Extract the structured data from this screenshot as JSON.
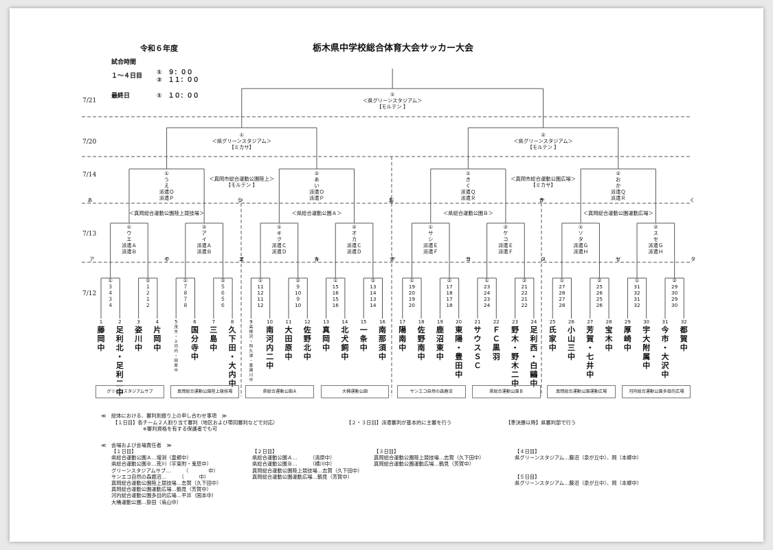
{
  "header": {
    "era_label": "令和６年度",
    "title": "栃木県中学校総合体育大会サッカー大会",
    "match_time_label": "試合時間",
    "days_1_4_label": "１～４日目",
    "days_1_4_times": "①　９：００\n②　１１：００",
    "final_day_label": "最終日",
    "final_day_time": "①　１０：００"
  },
  "dates": [
    "7/21",
    "7/20",
    "7/14",
    "7/13",
    "7/12"
  ],
  "final_node": "①\n＜県グリーンスタジアム＞\n【モルテン 】",
  "semi_nodes": [
    "①\n＜県グリーンスタジアム＞\n【ミカサ】",
    "②\n＜県グリーンスタジアム＞\n【モルテン 】"
  ],
  "qf_nodes": [
    "①\nう\nえ\n派遣Ｏ\n派遣Ｐ",
    "②\nあ\nい\n派遣Ｏ\n派遣Ｐ",
    "①\nき\nく\n派遣Ｑ\n派遣Ｒ",
    "②\nお\nか\n派遣Ｑ\n派遣Ｒ"
  ],
  "qf_venues": [
    "＜真岡市総合運動公園陸上＞\n【モルテン 】",
    "＜真岡市総合運動公園広場＞\n【ミカサ】"
  ],
  "r2_venues": [
    "＜真岡総合運動公園陸上競技場＞",
    "＜県総合運動公園Ａ＞",
    "＜県総合運動公園Ｂ＞",
    "＜真岡総合運動公園運動広場＞"
  ],
  "r2_nodes": [
    "①\nウ\nエ\n派遣Ａ\n派遣Ｂ",
    "②\nア\nイ\n派遣Ａ\n派遣Ｂ",
    "①\nキ\nク\n派遣Ｃ\n派遣Ｄ",
    "②\nオ\nカ\n派遣Ｃ\n派遣Ｄ",
    "①\nサ\nシ\n派遣Ｅ\n派遣Ｆ",
    "②\nケ\nコ\n派遣Ｅ\n派遣Ｆ",
    "①\nソ\nタ\n派遣Ｇ\n派遣Ｈ",
    "②\nス\nセ\n派遣Ｇ\n派遣Ｈ"
  ],
  "r3_winner_labels": [
    "あ",
    "い",
    "う",
    "え",
    "お",
    "か",
    "き",
    "く"
  ],
  "r2_winner_labels": [
    "ア",
    "イ",
    "ウ",
    "エ",
    "オ",
    "カ",
    "キ",
    "ク",
    "ケ",
    "コ",
    "サ",
    "シ",
    "ス",
    "セ",
    "ソ",
    "タ"
  ],
  "r1_nodes": [
    "①\n３\n４\n３\n４",
    "②\n１\n２\n１\n２",
    "①\n７\n８\n７\n８",
    "②\n５\n６\n５\n６",
    "①\n11\n12\n11\n12",
    "②\n９\n10\n９\n10",
    "①\n15\n16\n15\n16",
    "②\n13\n14\n13\n14",
    "①\n19\n20\n19\n20",
    "②\n17\n18\n17\n18",
    "①\n23\n24\n23\n24",
    "②\n21\n22\n21\n22",
    "①\n27\n28\n27\n28",
    "②\n25\n26\n25\n26",
    "①\n31\n32\n31\n32",
    "②\n29\n30\n29\n30"
  ],
  "teams": [
    {
      "num": "1",
      "name": "藤\n岡\n中",
      "small": false
    },
    {
      "num": "2",
      "name": "足\n利\n北\n・\n足\n利\n二\n中",
      "small": false
    },
    {
      "num": "3",
      "name": "姿\n川\n中",
      "small": false
    },
    {
      "num": "4",
      "name": "片\n岡\n中",
      "small": false
    },
    {
      "num": "5",
      "name": "茂\n木\n・\n上\n河\n内\n・\n田\n原\n中",
      "small": true
    },
    {
      "num": "6",
      "name": "国\n分\n寺\n中",
      "small": false
    },
    {
      "num": "7",
      "name": "三\n島\n中",
      "small": false
    },
    {
      "num": "8",
      "name": "久\n下\n田\n・\n大\n内\n中",
      "small": false
    },
    {
      "num": "9",
      "name": "高\n根\n沢\n・\n阿\n久\n津\n・\n喜\n連\n川\n中",
      "small": true
    },
    {
      "num": "10",
      "name": "南\n河\n内\n二\n中",
      "small": false
    },
    {
      "num": "11",
      "name": "大\n田\n原\n中",
      "small": false
    },
    {
      "num": "12",
      "name": "佐\n野\n北\n中",
      "small": false
    },
    {
      "num": "13",
      "name": "真\n岡\n中",
      "small": false
    },
    {
      "num": "14",
      "name": "北\n犬\n飼\n中",
      "small": false
    },
    {
      "num": "15",
      "name": "一\n条\n中",
      "small": false
    },
    {
      "num": "16",
      "name": "南\n那\n須\n中",
      "small": false
    },
    {
      "num": "17",
      "name": "陽\n南\n中",
      "small": false
    },
    {
      "num": "18",
      "name": "佐\n野\n南\n中",
      "small": false
    },
    {
      "num": "19",
      "name": "鹿\n沼\n東\n中",
      "small": false
    },
    {
      "num": "20",
      "name": "東\n陽\n・\n豊\n田\n中",
      "small": false
    },
    {
      "num": "21",
      "name": "サ\nウ\nス\nＳ\nＣ",
      "small": false
    },
    {
      "num": "22",
      "name": "Ｆ\nＣ\n黒\n羽",
      "small": false
    },
    {
      "num": "23",
      "name": "野\n木\n・\n野\n木\n二\n中",
      "small": false
    },
    {
      "num": "24",
      "name": "足\n利\n西\n・\n白\n鷗\n中",
      "small": false
    },
    {
      "num": "25",
      "name": "氏\n家\n中",
      "small": false
    },
    {
      "num": "26",
      "name": "小\n山\n三\n中",
      "small": false
    },
    {
      "num": "27",
      "name": "芳\n賀\n・\n七\n井\n中",
      "small": false
    },
    {
      "num": "28",
      "name": "宝\n木\n中",
      "small": false
    },
    {
      "num": "29",
      "name": "厚\n崎\n中",
      "small": false
    },
    {
      "num": "30",
      "name": "宇\n大\n附\n属\n中",
      "small": false
    },
    {
      "num": "31",
      "name": "今\n市\n・\n大\n沢\n中",
      "small": false
    },
    {
      "num": "32",
      "name": "都\n賀\n中",
      "small": false
    }
  ],
  "r1_venues": [
    "グリーンスタジアムサブ",
    "真岡総合運動公園陸上競技場",
    "県総合運動公園Ａ",
    "大桶運動公園",
    "サンエコ自然の森鹿沼",
    "県総合運動公園Ｂ",
    "真岡総合運動公園運動広場",
    "河内総合運動公園多目的広場"
  ],
  "notes": {
    "referee_heading": "≪　総体における、審判割振り上の申し合わせ事項　≫",
    "referee_day1": "【１日目】各チーム２人割り当て審判（地区および帯同審判などで対応）\n　　　　　　※審判資格を有する保護者でも可",
    "referee_day23": "【２・３日目】派遣審判が基本的に主審を行う",
    "referee_semis": "【準決勝以降】県審判部で行う",
    "venue_heading": "≪　会場および会場責任者　≫",
    "day1": "【１日目】\n県総合運動公園Ａ…増渕（豊郷中）\n県総合運動公園Ｂ…荒川（宇東附・鬼怒中）\nグリーンスタジアムサブ…　　　（　　　　中）\nサンエコ自然の森鹿沼…　　　（　　　中）\n真岡総合運動公園陸上競技場…志賀（久下田中）\n真岡総合運動公園運動広場…鶴見（芳賀中）\n河内総合運動公園多目的広場…平井（国本中）\n大桶運動公園…掛田（烏山中）",
    "day2": "【２日目】\n県総合運動公園Ａ…　　　（清原中）\n県総合運動公園Ｂ…　　　（横川中）\n真岡総合運動公園陸上競技場…志賀（久下田中）\n真岡総合運動公園運動広場…鶴見（芳賀中）",
    "day3": "【３日目】\n真岡総合運動公園陸上競技場…志賀（久下田中）\n真岡総合運動公園運動広場…鶴見（芳賀中）",
    "day4": "【４日目】\n県グリーンスタジアム…藤沼（泉が丘中）、岡（本郷中）",
    "day5": "【５日目】\n県グリーンスタジアム…藤沼（泉が丘中）、岡（本郷中）"
  }
}
